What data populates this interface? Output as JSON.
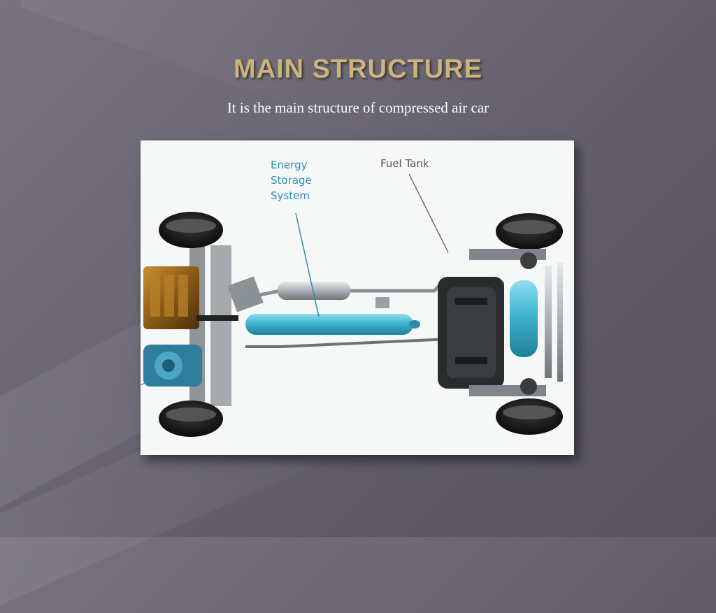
{
  "slide": {
    "title": "MAIN STRUCTURE",
    "subtitle": "It is the main structure of  compressed air car"
  },
  "figure": {
    "labels": {
      "energy_storage_line1": "Energy",
      "energy_storage_line2": "Storage",
      "energy_storage_line3": "System",
      "fuel_tank": "Fuel Tank"
    }
  },
  "colors": {
    "title": "#cbb37b",
    "background": "#6b6773",
    "tank": "#3fb3cf",
    "label_blue": "#2a8fb8"
  }
}
